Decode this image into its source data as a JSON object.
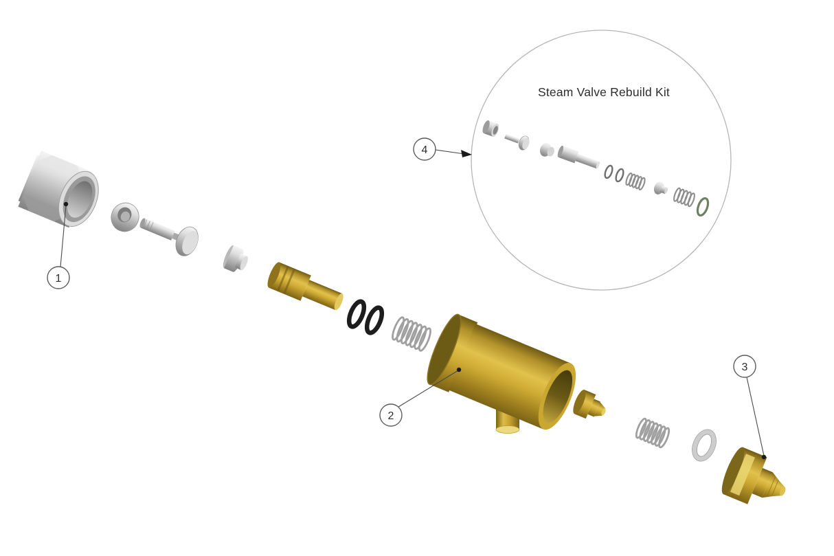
{
  "diagram": {
    "title": "Steam Valve Rebuild Kit",
    "callouts": [
      {
        "label": "1"
      },
      {
        "label": "2"
      },
      {
        "label": "3"
      },
      {
        "label": "4"
      }
    ],
    "colors": {
      "background": "#ffffff",
      "brass": "#c9a730",
      "brass_dark": "#6b5b15",
      "steel": "#bcbcbc",
      "o_ring": "#1d1d1d",
      "end_o_ring_green": "#6e8061",
      "kit_circle_outline": "#b5b5b5",
      "leader_line": "#4a4a4a",
      "text": "#2d2d2d"
    }
  }
}
